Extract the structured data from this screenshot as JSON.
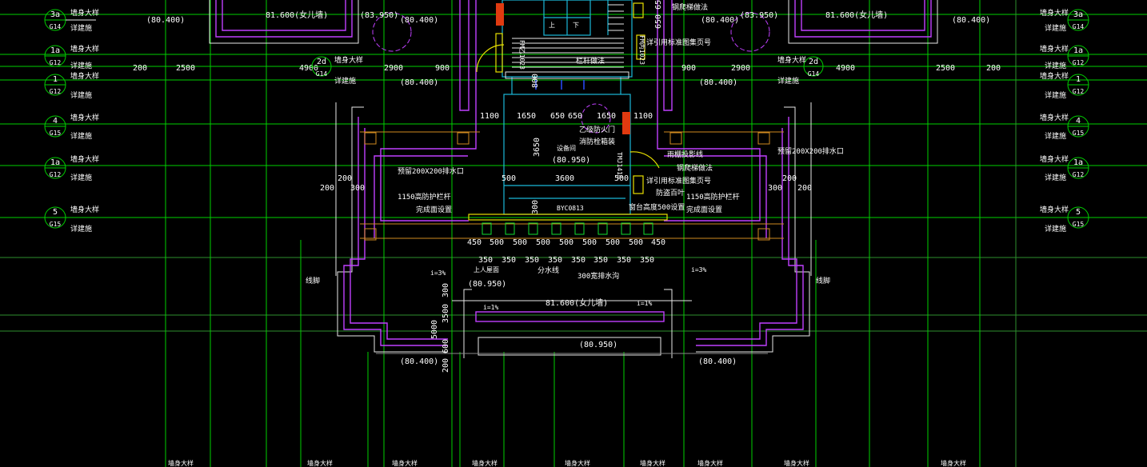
{
  "drawing": {
    "tag_labels": {
      "wall_detail": "墙身大样",
      "see_construction": "详建施"
    },
    "left_tags": [
      {
        "num": "3a",
        "sheet": "G14"
      },
      {
        "num": "1a",
        "sheet": "G12"
      },
      {
        "num": "1",
        "sheet": "G12"
      },
      {
        "num": "4",
        "sheet": "G15"
      },
      {
        "num": "1a",
        "sheet": "G12"
      },
      {
        "num": "5",
        "sheet": "G15"
      }
    ],
    "right_tags": [
      {
        "num": "3a",
        "sheet": "G14"
      },
      {
        "num": "1a",
        "sheet": "G12"
      },
      {
        "num": "1",
        "sheet": "G12"
      },
      {
        "num": "4",
        "sheet": "G15"
      },
      {
        "num": "1a",
        "sheet": "G12"
      },
      {
        "num": "5",
        "sheet": "G15"
      }
    ],
    "mid_tag_left": {
      "num": "2d",
      "sheet": "G14"
    },
    "mid_tag_right": {
      "num": "2d",
      "sheet": "G14"
    },
    "elevations": {
      "e80400": "(80.400)",
      "e83950": "(83.950)",
      "e80950": "(80.950)",
      "parapet_l": "81.600(女儿墙)",
      "parapet_r": "81.600(女儿墙)",
      "parapet_c": "81.600(女儿墙)"
    },
    "dims": {
      "d200": "200",
      "d2500": "2500",
      "d4900": "4900",
      "d2900": "2900",
      "d900": "900",
      "d1100": "1100",
      "d1650": "1650",
      "d650": "650",
      "d3650": "3650",
      "d500": "500",
      "d3600": "3600",
      "d300": "300",
      "d450": "450",
      "d350": "350",
      "d800": "800",
      "d65065": "650 65",
      "d3500": "3500",
      "d5000": "5000",
      "d600": "600"
    },
    "notes": {
      "reserved_drain_l": "预留200X200排水口",
      "reserved_drain_r": "预留200X200排水口",
      "guardrail_l": "1150高防护栏杆",
      "guardrail_r": "1150高防护栏杆",
      "finish_l": "完成面设置",
      "finish_r": "完成面设置",
      "fire_door": "乙级防火门",
      "hydrant": "消防栓箱装",
      "rain_pipe": "雨棚投影线",
      "ladder": "钢爬梯做法",
      "ladder_top": "钢爬梯做法",
      "see_fire": "详引用标准图集页号",
      "see_fire2": "详引用标准图集页号",
      "guard_window": "防盗百叶",
      "height500": "窗台高度500设置",
      "eq_room": "设备间",
      "roof_access": "上人屋面",
      "ridge": "分水线",
      "gutter": "300宽排水沟",
      "slope_l": "i=3%",
      "slope_r": "i=3%",
      "slope_c1": "i=1%",
      "slope_c2": "i=1%",
      "wall_foot_l": "线脚",
      "wall_foot_r": "线脚",
      "stair_up": "上",
      "stair_down": "下",
      "rail_detail": "栏杆做法",
      "fm1023": "FM乙1023",
      "fm0923": "FM丙1023",
      "tmj": "TMJ1416",
      "byc": "BYC0813"
    }
  },
  "colors": {
    "grid": "#00d000",
    "wall": "#c040ff",
    "frame": "#e8e8e8",
    "room": "#1ab8d8",
    "rail": "#e8e000",
    "hatch": "#d08a20",
    "background": "#000000"
  }
}
